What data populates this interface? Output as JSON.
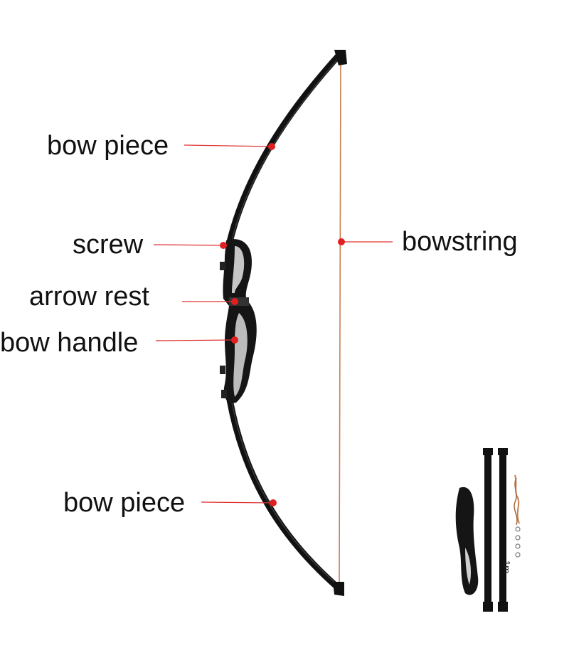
{
  "labels": {
    "bow_piece_top": "bow piece",
    "screw": "screw",
    "arrow_rest": "arrow rest",
    "bow_handle": "bow handle",
    "bow_piece_bottom": "bow piece",
    "bowstring": "bowstring"
  },
  "kit": {
    "length_mark": "1m"
  },
  "colors": {
    "leader": "#e03030",
    "dot": "#e02020",
    "bow": "#111111",
    "string": "#c87f52",
    "handle_highlight": "#d9d9d9"
  }
}
